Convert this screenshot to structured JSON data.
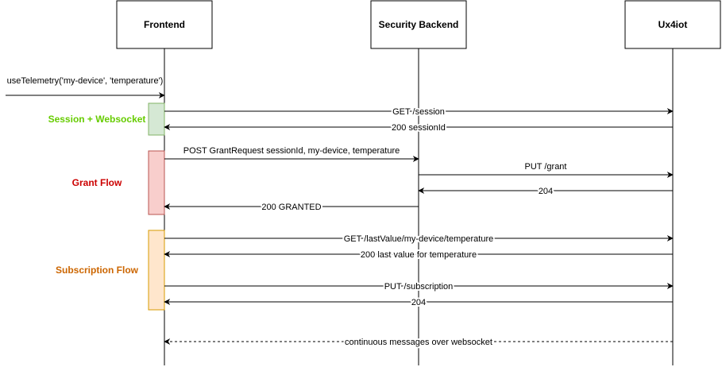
{
  "actors": [
    {
      "id": "frontend",
      "label": "Frontend"
    },
    {
      "id": "security",
      "label": "Security Backend"
    },
    {
      "id": "ux4iot",
      "label": "Ux4iot"
    }
  ],
  "entry_call": {
    "label": "useTelemetry('my-device', 'temperature')",
    "to": "frontend"
  },
  "phases": [
    {
      "id": "session",
      "label": "Session + Websocket",
      "color": "#66cc00",
      "fill": "#d5e8d4",
      "stroke": "#82b366"
    },
    {
      "id": "grant",
      "label": "Grant Flow",
      "color": "#cc0000",
      "fill": "#f8cecc",
      "stroke": "#b85450"
    },
    {
      "id": "subscription",
      "label": "Subscription Flow",
      "color": "#cc6600",
      "fill": "#ffe6cc",
      "stroke": "#d79b00"
    }
  ],
  "messages": [
    {
      "from": "frontend",
      "to": "ux4iot",
      "label": "GET /session",
      "style": "solid",
      "phase": "session"
    },
    {
      "from": "ux4iot",
      "to": "frontend",
      "label": "200 sessionId",
      "style": "solid",
      "phase": "session"
    },
    {
      "from": "frontend",
      "to": "security",
      "label": "POST GrantRequest sessionId, my-device, temperature",
      "style": "solid",
      "phase": "grant"
    },
    {
      "from": "security",
      "to": "ux4iot",
      "label": "PUT /grant",
      "style": "solid",
      "phase": "grant"
    },
    {
      "from": "ux4iot",
      "to": "security",
      "label": "204",
      "style": "solid",
      "phase": "grant"
    },
    {
      "from": "security",
      "to": "frontend",
      "label": "200 GRANTED",
      "style": "solid",
      "phase": "grant"
    },
    {
      "from": "frontend",
      "to": "ux4iot",
      "label": "GET /lastValue/my-device/temperature",
      "style": "solid",
      "phase": "subscription"
    },
    {
      "from": "ux4iot",
      "to": "frontend",
      "label": "200 last value for temperature",
      "style": "solid",
      "phase": "subscription"
    },
    {
      "from": "frontend",
      "to": "ux4iot",
      "label": "PUT /subscription",
      "style": "solid",
      "phase": "subscription"
    },
    {
      "from": "ux4iot",
      "to": "frontend",
      "label": "204",
      "style": "solid",
      "phase": "subscription"
    },
    {
      "from": "ux4iot",
      "to": "frontend",
      "label": "continuous messages over websocket",
      "style": "dashed"
    }
  ]
}
